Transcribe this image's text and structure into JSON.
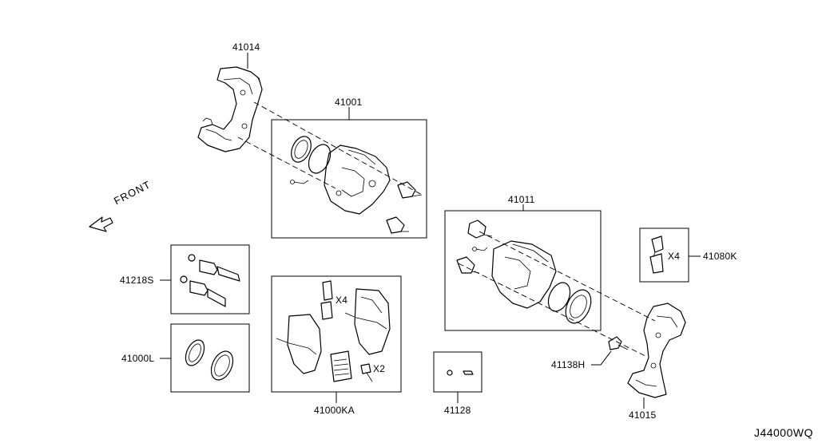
{
  "labels": {
    "p41014": "41014",
    "p41001": "41001",
    "p41011": "41011",
    "p41080k": "41080K",
    "p41218s": "41218S",
    "p41000l": "41000L",
    "p41000ka": "41000KA",
    "p41128": "41128",
    "p41138h": "41138H",
    "p41015": "41015"
  },
  "quantities": {
    "shims": "X4",
    "clips": "X4",
    "bolts": "X2"
  },
  "front_label": "FRONT",
  "drawing_code": "J44000WQ"
}
